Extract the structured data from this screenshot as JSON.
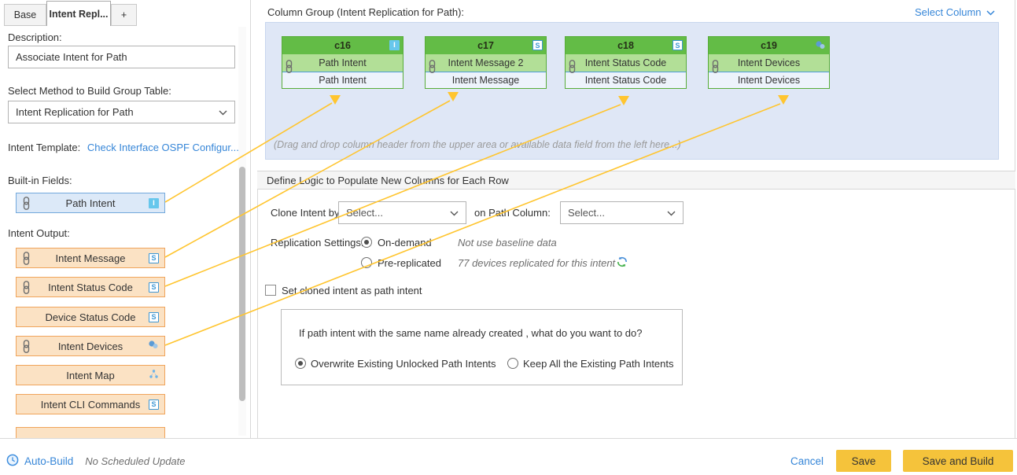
{
  "tabs": [
    {
      "label": "Base"
    },
    {
      "label": "Intent Repl..."
    },
    {
      "label": "+"
    }
  ],
  "left_panel": {
    "description_label": "Description:",
    "description_value": "Associate Intent for Path",
    "method_label": "Select Method to Build Group Table:",
    "method_value": "Intent Replication for Path",
    "template_label": "Intent Template:",
    "template_link": "Check Interface OSPF Configur...",
    "builtin_label": "Built-in Fields:",
    "builtin_items": [
      {
        "label": "Path Intent",
        "badge": "I"
      }
    ],
    "output_label": "Intent Output:",
    "output_items": [
      {
        "label": "Intent Message",
        "badge": "S"
      },
      {
        "label": "Intent Status Code",
        "badge": "S"
      },
      {
        "label": "Device Status Code",
        "badge": "S"
      },
      {
        "label": "Intent Devices",
        "badge": "devices-icon"
      },
      {
        "label": "Intent Map",
        "badge": "map-icon"
      },
      {
        "label": "Intent CLI Commands",
        "badge": "S"
      }
    ]
  },
  "column_group": {
    "title": "Column Group (Intent Replication for Path):",
    "select_column_label": "Select Column",
    "hint": "(Drag and drop column header from the upper area or available data field from the left here...)",
    "cards": [
      {
        "id": "c16",
        "badge": "I",
        "display": "Path Intent",
        "field": "Path Intent"
      },
      {
        "id": "c17",
        "badge": "S",
        "display": "Intent Message 2",
        "field": "Intent Message"
      },
      {
        "id": "c18",
        "badge": "S",
        "display": "Intent Status Code",
        "field": "Intent Status Code"
      },
      {
        "id": "c19",
        "badge": "devices-icon",
        "display": "Intent Devices",
        "field": "Intent Devices"
      }
    ]
  },
  "logic_section": {
    "title": "Define Logic to Populate New Columns for Each Row",
    "clone_label": "Clone Intent by",
    "clone_value": "Select...",
    "path_column_label": "on Path Column:",
    "path_column_value": "Select...",
    "replication_label": "Replication Settings:",
    "on_demand_label": "On-demand",
    "on_demand_note": "Not use baseline data",
    "pre_replicated_label": "Pre-replicated",
    "pre_replicated_note": "77 devices replicated for this intent",
    "set_cloned_label": "Set cloned intent as path intent",
    "conflict_question": "If path intent with the same name already created , what do you want to do?",
    "overwrite_label": "Overwrite Existing Unlocked Path Intents",
    "keep_label": "Keep All the Existing Path Intents"
  },
  "footer": {
    "auto_build_label": "Auto-Build",
    "schedule_note": "No Scheduled Update",
    "cancel_label": "Cancel",
    "save_label": "Save",
    "save_and_build_label": "Save and Build"
  },
  "colors": {
    "accent_yellow": "#F5C33B",
    "connector_yellow": "#FFC52F",
    "card_green": "#63BC46",
    "link_blue": "#3686D8"
  }
}
